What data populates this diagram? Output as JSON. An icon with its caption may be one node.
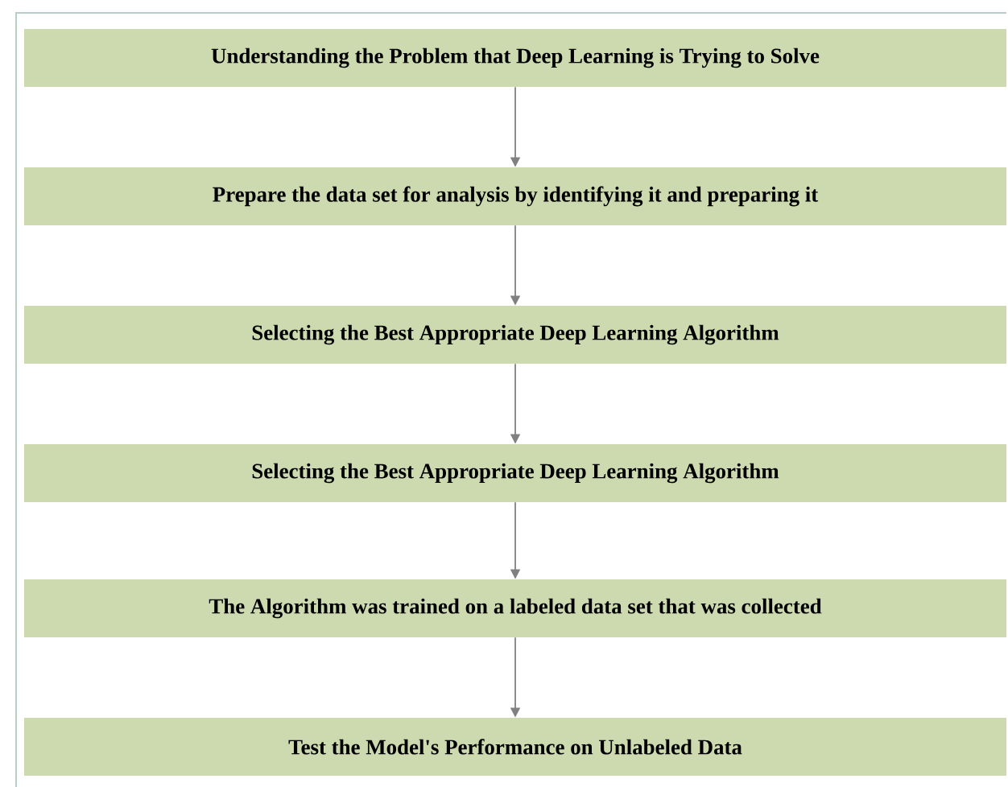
{
  "diagram": {
    "nodes": [
      {
        "text": [
          "Understanding the Problem that Deep Learning is Trying to Solve"
        ]
      },
      {
        "text": [
          "Prepare the data set for analysis by identifying it and preparing it"
        ]
      },
      {
        "text": [
          "Selecting the Best Appropriate Deep Learning Algorithm"
        ]
      },
      {
        "text": [
          "Selecting the Best Appropriate Deep Learning Algorithm"
        ]
      },
      {
        "text": [
          "The Algorithm was trained on a labeled data set that was collected"
        ]
      },
      {
        "text": [
          "Test the Model's Performance on Unlabeled Data"
        ]
      }
    ],
    "edges": [
      {
        "from": 0,
        "to": 1,
        "arrow": "to"
      },
      {
        "from": 1,
        "to": 2,
        "arrow": "to"
      },
      {
        "from": 2,
        "to": 3,
        "arrow": "to"
      },
      {
        "from": 3,
        "to": 4,
        "arrow": "to"
      },
      {
        "from": 4,
        "to": 5,
        "arrow": "to"
      }
    ]
  }
}
